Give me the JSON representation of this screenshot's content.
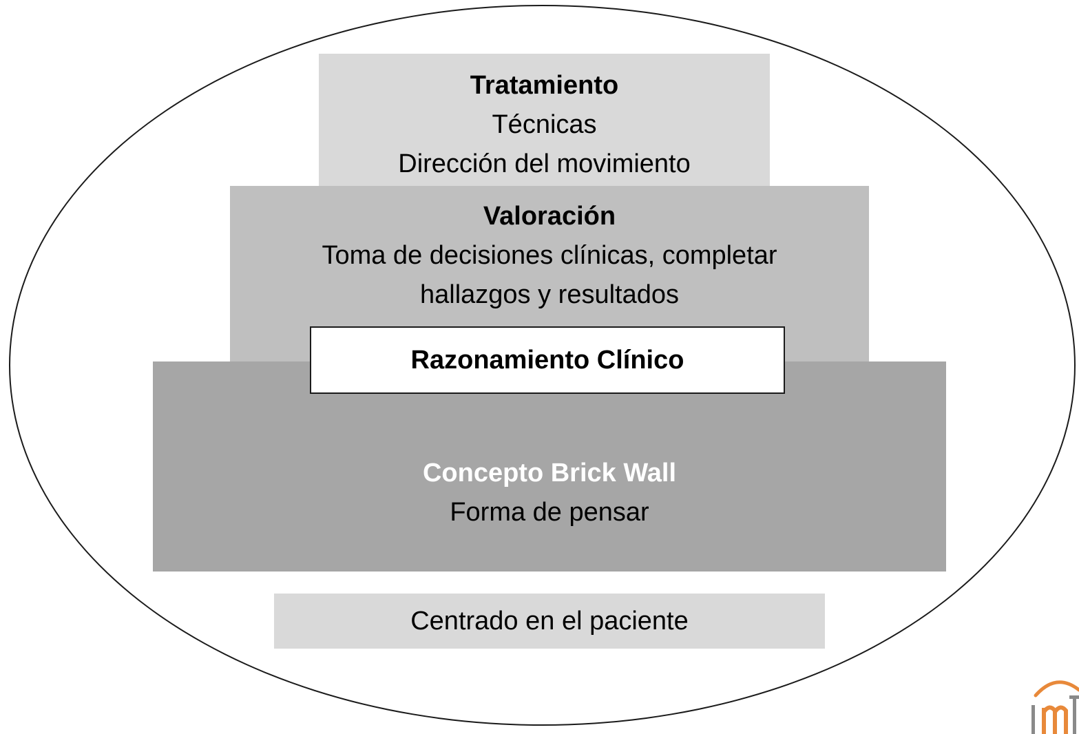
{
  "tiers": {
    "treatment": {
      "title": "Tratamiento",
      "line1": "Técnicas",
      "line2": "Dirección del movimiento"
    },
    "assessment": {
      "title": "Valoración",
      "line1": "Toma de decisiones clínicas, completar",
      "line2": "hallazgos y resultados"
    },
    "clinical_reasoning": {
      "title": "Razonamiento Clínico"
    },
    "foundation": {
      "title": "Concepto Brick Wall",
      "line1": "Forma de pensar"
    },
    "patient": {
      "label": "Centrado en el paciente"
    }
  },
  "logo": {
    "text": "IMT",
    "accent_color": "#e8893a",
    "letter_color": "#8a8a8a"
  },
  "colors": {
    "tier_light": "#d9d9d9",
    "tier_mid": "#bfbfbf",
    "tier_dark": "#a6a6a6",
    "outline": "#1a1a1a"
  }
}
